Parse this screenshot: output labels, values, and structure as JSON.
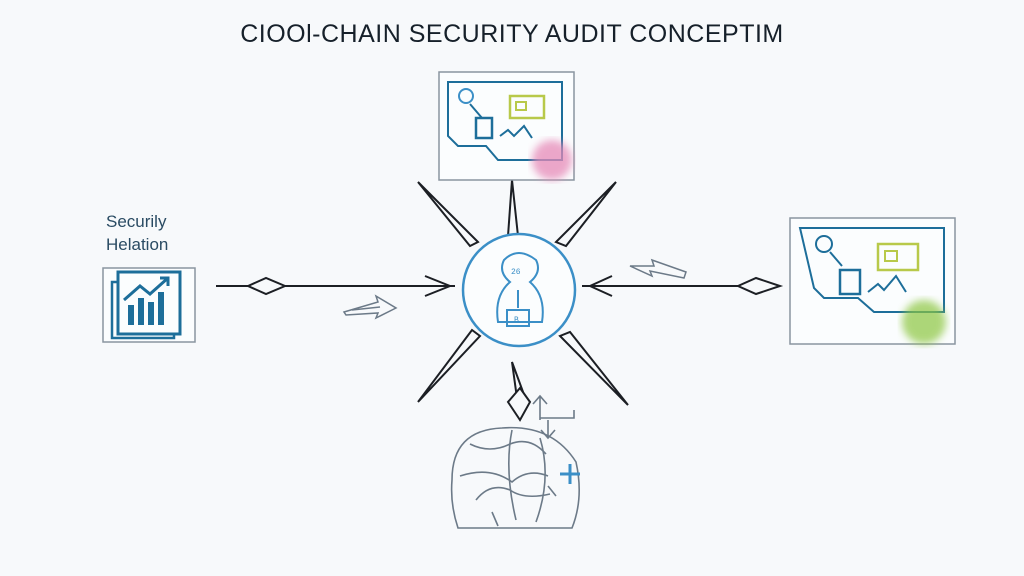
{
  "title": "CIO⁠Ol-CHAIN SECURITY AUDIT CONCEPTIM",
  "left_label": {
    "line1": "Securily",
    "line2": "Helation"
  },
  "center_text": {
    "top": "26",
    "bottom": "B"
  },
  "colors": {
    "ink": "#1c1f24",
    "blue": "#3b8fc7",
    "teal": "#1d6e9a",
    "pink": "#e68ab8",
    "green": "#8cc63f",
    "yellow_green": "#b8c94a",
    "background": "#f7f9fb"
  },
  "icons": [
    "chart-document-icon",
    "server-panel-icon",
    "security-person-icon",
    "globe-network-icon",
    "plus-icon"
  ]
}
